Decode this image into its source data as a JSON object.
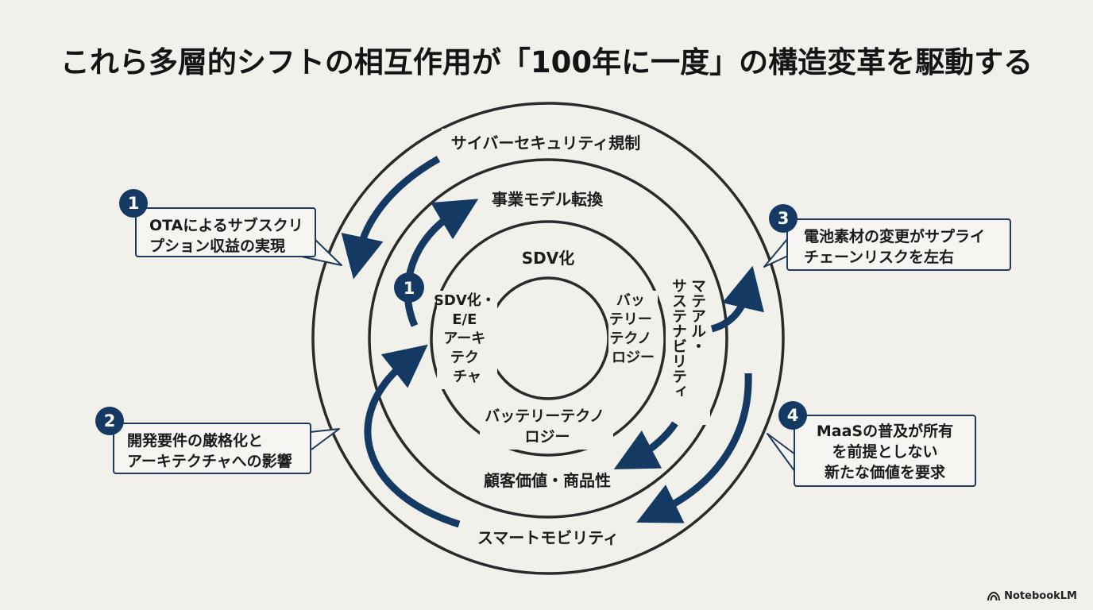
{
  "title": "これら多層的シフトの相互作用が「100年に一度」の構造変革を駆動する",
  "rings": {
    "outer_top": "サイバーセキュリティ規制",
    "outer_bottom": "スマートモビリティ",
    "middle_top": "事業モデル転換",
    "middle_bottom": "顧客価値・商品性",
    "middle_right_lines": [
      "マテアル・",
      "サステナビリティ"
    ],
    "inner_top": "SDV化",
    "inner_bottom_lines": [
      "バッテリーテクノ",
      "ロジー"
    ],
    "inner_left_lines": [
      "SDV化・",
      "E/E",
      "アーキ",
      "テク",
      "チャ"
    ],
    "inner_right_lines": [
      "バッ",
      "テリー",
      "テクノ",
      "ロジー"
    ]
  },
  "inner_badge": "1",
  "callouts": [
    {
      "num": "1",
      "lines": [
        "OTAによるサブスクリ",
        "プション収益の実現"
      ]
    },
    {
      "num": "2",
      "lines": [
        "開発要件の厳格化と",
        "アーキテクチャへの影響"
      ]
    },
    {
      "num": "3",
      "lines": [
        "電池素材の変更がサプライ",
        "チェーンリスクを左右"
      ]
    },
    {
      "num": "4",
      "lines": [
        "MaaSの普及が所有",
        "を前提としない",
        "新たな価値を要求"
      ]
    }
  ],
  "colors": {
    "arrow": "#143a63",
    "ring": "#2a2a2a",
    "background": "#f1f0eb"
  },
  "footer": {
    "brand": "NotebookLM",
    "icon": "notebooklm-logo-icon"
  }
}
